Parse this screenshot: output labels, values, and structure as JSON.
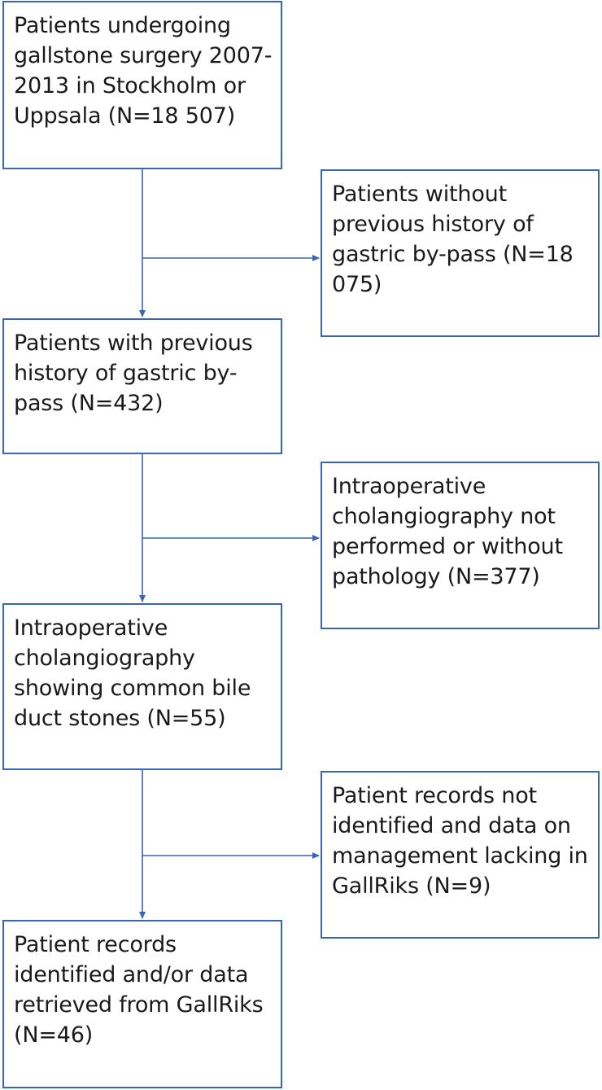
{
  "diagram": {
    "accent_color": "#3a64b4",
    "boxes": [
      {
        "id": "start",
        "text": "Patients undergoing\ngallstone surgery 2007-\n2013 in Stockholm or\nUppsala (N=18 507)"
      },
      {
        "id": "excl_1",
        "text": "Patients without\nprevious history of\ngastric by-pass (N=18\n075)"
      },
      {
        "id": "step_2",
        "text": "Patients with previous\nhistory of gastric by-\npass (N=432)"
      },
      {
        "id": "excl_2",
        "text": "Intraoperative\ncholangiography not\nperformed or without\npathology (N=377)"
      },
      {
        "id": "step_3",
        "text": "Intraoperative\ncholangiography\nshowing common bile\nduct stones (N=55)"
      },
      {
        "id": "excl_3",
        "text": "Patient records not\nidentified and data on\nmanagement lacking in\nGallRiks (N=9)"
      },
      {
        "id": "final",
        "text": "Patient records\nidentified and/or data\nretrieved from GallRiks\n(N=46)"
      }
    ]
  }
}
